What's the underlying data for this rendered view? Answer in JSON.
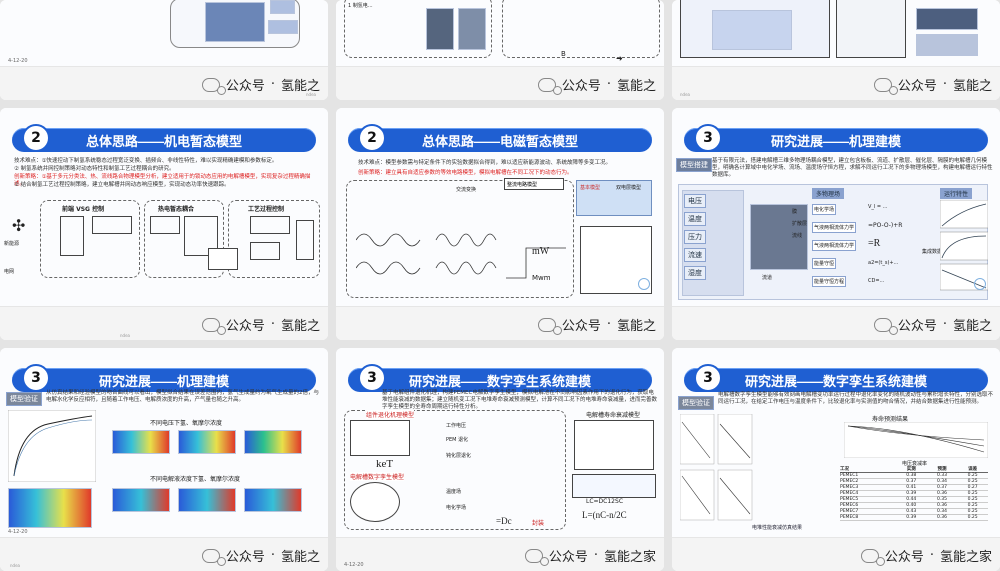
{
  "watermark": {
    "public_label": "公众号",
    "dot": "·",
    "account_short": "氢能之",
    "account_full": "氢能之家"
  },
  "slides": [
    {
      "id": 1,
      "page_no": "4-12-20",
      "footer_brand": "ndea"
    },
    {
      "id": 2,
      "labels": {
        "top_left": "1 制氢电...",
        "b": "B"
      }
    },
    {
      "id": 3,
      "footer_brand": "ndea"
    },
    {
      "id": 4,
      "badge": "2",
      "title": "总体思路——机电暂态模型",
      "text1": "技术难点：①快速控动下制氢系统稳态过程宽泛变换、插频合、非线性特性，难以实现精确建模和参数标定。",
      "text2": "② 制氢系统并网控制策略对动态特性和制氢工艺过程耦合的研究。",
      "text3": "创新策略：①基于多元分类法、热、流线路合物理模型分析，建立适用于的锁动态应用的电解槽模型，实现复杂过程精确描述。",
      "text4": "② 结合制氢工艺过程控制策略，建立电解槽并网动态响应模型，实现动态功率快速跟踪。",
      "blocks": [
        "前端 VSG 控制",
        "热电暂态耦合",
        "工艺过程控制"
      ],
      "bottom_labels": [
        "新能源",
        "电网"
      ],
      "footer_brand": "ndea"
    },
    {
      "id": 5,
      "badge": "2",
      "title": "总体思路——电磁暂态模型",
      "text1": "技术难点：模型参数需与特定条件下的实验数据拟合得到，难以适应新能源波动、系统故障等多变工况。",
      "text2": "创新策略：建立具有自适应参数的等效电路模型，模拟电解槽在不同工况下的动态行为。",
      "labels": [
        "交流变换",
        "整流电路模型",
        "基本模型",
        "双电层模型"
      ],
      "plot_labels": [
        "mW",
        "Mwm",
        "LL"
      ]
    },
    {
      "id": 6,
      "badge": "3",
      "title": "研究进展——机理建模",
      "tag": "模型搭建",
      "text1": "基于有限元法，搭建电解槽三维多物理场耦合模型，建立包含板板、流道、扩散层、催化层、隔膜的电解槽几何模型，明确各计算域中电化学场、流场、温度场守恒方程，求解不同运行工况下的多物理场模型，构建电解槽运行特性数据库。",
      "inputs": [
        "电压",
        "温度",
        "压力",
        "流速",
        "湿度"
      ],
      "fields": [
        "电化学场",
        "气液两相流体力学",
        "气液两相流体力学",
        "能量守恒",
        "能量守恒方程"
      ],
      "headers": [
        "多物理场",
        "运行特性"
      ],
      "equations": [
        "V_l = ...",
        "=PO-O-)+R",
        "=R",
        "a2=(t_s)+...",
        "CD=..."
      ],
      "small_labels": [
        "流道",
        "膜",
        "扩散层",
        "流线",
        "集成数据"
      ]
    },
    {
      "id": 7,
      "badge": "3",
      "title": "研究进展——机理建模",
      "tag": "模型验证",
      "text1": "从仿真结果和经验模型的吻合曲线可以看出，模型拟合结果在误差范围内，氢气生成量约为氧气生成量的2倍，与电解水化学反应相符，且随着工作电压、电解质浓度的升高，产气量也随之升高。",
      "captions": [
        "不同电压下氢、氧摩尔浓度",
        "不同电解液浓度下氢、氧摩尔浓度"
      ],
      "page_no": "4-12-20",
      "footer_brand": "ndea"
    },
    {
      "id": 8,
      "badge": "3",
      "title": "研究进展——数字孪生系统建模",
      "text1": "基于电解组件退化机理，构建PEMEC电解数字孪生模型，模拟电解池在不同影响因素作用下的退化行为，获取电堆性能衰减的数据集；建立随机变工况下电堆寿命衰减预测模型，计算不同工况下的电堆寿命衰减量，进而完善数字孪生模型的全寿命周期运行特性分析。",
      "sub1": "组件退化机理模型",
      "sub2": "电解槽数字孪生模型",
      "sub3": "电解槽寿命衰减模型",
      "eq_labels": [
        "工作电压",
        "PEM 退化",
        "钝化层退化",
        "温度场",
        "电化学场"
      ],
      "eq_big": [
        "keT",
        "LC=DC12SC",
        "L=(nC-n/2C",
        "=Dc",
        "封装"
      ],
      "page_no": "4-12-20"
    },
    {
      "id": 9,
      "badge": "3",
      "title": "研究进展——数字孪生系统建模",
      "tag": "模型验证",
      "text1": "电解槽数字孪生模型能够有效刻画电解槽变功率运行过程中退化率变化的随机波动性与累积增长特性，分别选取不同运行工况，在给定工作电压与温度条件下，比较退化率与实测值的吻合情况，并结合数据集进行性能预测。",
      "chart_title": "寿命预测结果",
      "table_title": "电压衰减率",
      "table": {
        "header": [
          "工况",
          "实测",
          "预测",
          "误差"
        ],
        "rows": [
          [
            "PEMEC1",
            "0.38",
            "0.33",
            "0.25"
          ],
          [
            "PEMEC2",
            "0.37",
            "0.34",
            "0.25"
          ],
          [
            "PEMEC3",
            "0.41",
            "0.37",
            "0.27"
          ],
          [
            "PEMEC4",
            "0.39",
            "0.36",
            "0.25"
          ],
          [
            "PEMEC5",
            "0.44",
            "0.35",
            "0.25"
          ],
          [
            "PEMEC6",
            "0.40",
            "0.36",
            "0.25"
          ],
          [
            "PEMEC7",
            "0.43",
            "0.34",
            "0.25"
          ],
          [
            "PEMEC8",
            "0.39",
            "0.36",
            "0.25"
          ]
        ]
      },
      "caption": "电堆性能衰减仿真结果"
    }
  ]
}
